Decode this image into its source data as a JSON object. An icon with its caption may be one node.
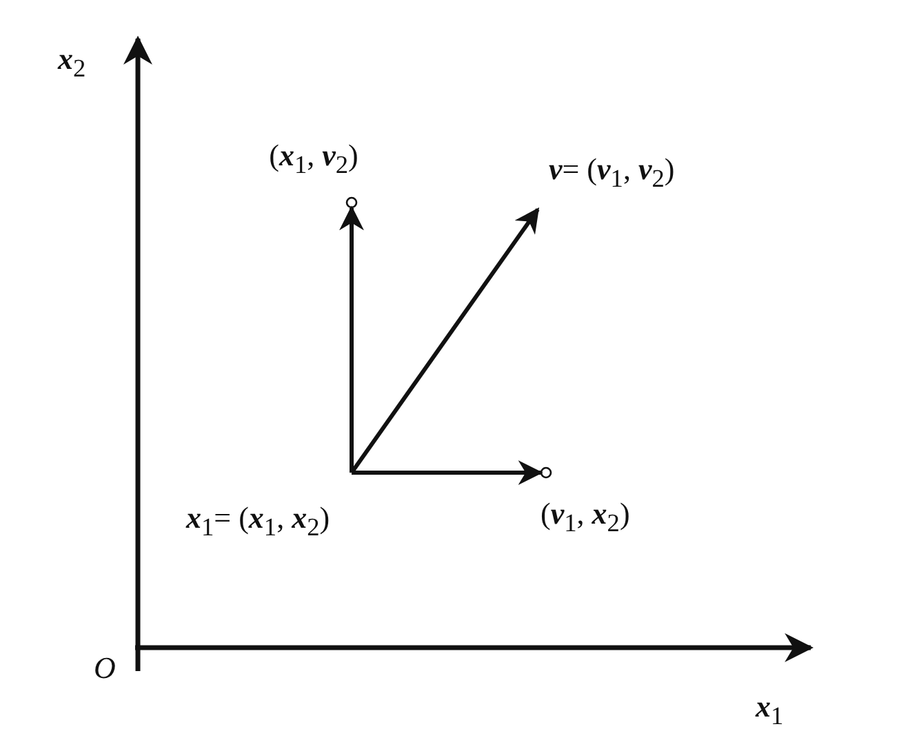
{
  "diagram": {
    "nodes": [
      {
        "text": [
          "**x**$_{1}$= (**x**$_{1}$, **x**$_{2}$)"
        ]
      },
      {
        "text": [
          "(**x**$_{1}$, **v**$_{2}$)"
        ]
      },
      {
        "text": [
          "(**v**$_{1}$, **x**$_{2}$)"
        ]
      },
      {
        "text": [
          "**v**= (**v**$_{1}$, **v**$_{2}$)"
        ]
      }
    ],
    "edges": [
      {
        "from": 0,
        "to": 1,
        "arrow": "to"
      },
      {
        "from": 0,
        "to": 2,
        "arrow": "to"
      },
      {
        "from": 0,
        "to": 3,
        "arrow": "to"
      }
    ],
    "labels": [
      "**x**$_{2}$",
      "*O*",
      "**x**$_{1}$"
    ]
  }
}
